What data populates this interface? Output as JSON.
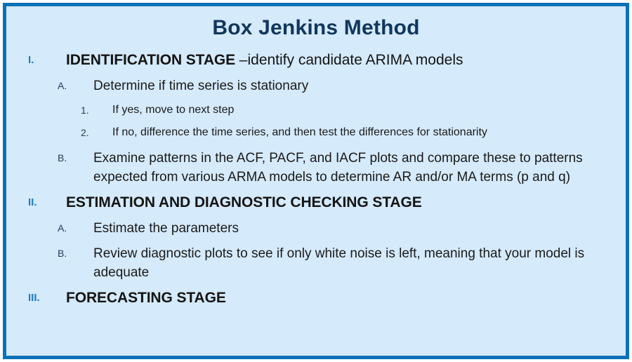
{
  "slide": {
    "title": "Box Jenkins Method",
    "colors": {
      "border": "#0e71b7",
      "background": "#d5eafb",
      "title_text": "#11365c",
      "roman_marker": "#1f7ac0",
      "letter_marker": "#1f3b57",
      "number_marker": "#2b3d4e",
      "body_text": "#1a1a1a"
    },
    "outline": [
      {
        "marker": "I.",
        "level": 1,
        "heading": "IDENTIFICATION STAGE ",
        "tail": "–identify candidate ARIMA models",
        "children": [
          {
            "marker": "A.",
            "level": 2,
            "text": "Determine if time series is stationary",
            "children": [
              {
                "marker": "1.",
                "level": 3,
                "text": "If yes, move to next step"
              },
              {
                "marker": "2.",
                "level": 3,
                "text": "If no, difference the time series, and then test the differences for stationarity"
              }
            ]
          },
          {
            "marker": "B.",
            "level": 2,
            "text": "Examine patterns in the ACF, PACF, and IACF plots and compare these to patterns expected from various ARMA models to determine AR and/or MA terms (p and q)"
          }
        ]
      },
      {
        "marker": "II.",
        "level": 1,
        "heading": "ESTIMATION AND DIAGNOSTIC CHECKING STAGE",
        "tail": "",
        "children": [
          {
            "marker": "A.",
            "level": 2,
            "text": "Estimate the parameters"
          },
          {
            "marker": "B.",
            "level": 2,
            "text": "Review diagnostic plots to see if only white noise is left, meaning that your model is adequate"
          }
        ]
      },
      {
        "marker": "III.",
        "level": 1,
        "heading": "FORECASTING STAGE",
        "tail": "",
        "children": []
      }
    ]
  }
}
